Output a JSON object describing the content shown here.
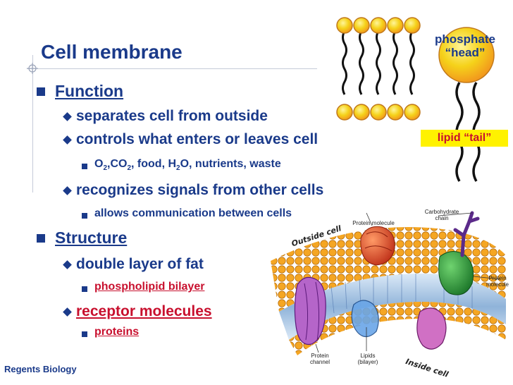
{
  "slide": {
    "title": "Cell membrane",
    "footer": "Regents Biology",
    "function_heading": "Function",
    "fn_item1": "separates cell from outside",
    "fn_item2": "controls what enters or leaves cell",
    "sub_o": "O",
    "sub_2a": "2",
    "sub_co": ",CO",
    "sub_2b": "2",
    "sub_mid": ", food, H",
    "sub_2c": "2",
    "sub_end": "O, nutrients, waste",
    "fn_item3": "recognizes signals from other cells",
    "fn_item3_sub": "allows communication between cells",
    "structure_heading": "Structure",
    "st_item1": "double layer of fat",
    "st_item1_sub": "phospholipid bilayer",
    "st_item2": "receptor molecules",
    "st_item2_sub": "proteins"
  },
  "diagram_labels": {
    "phosphate_line1": "phosphate",
    "phosphate_line2": "“head”",
    "lipid_tail": "lipid “tail”",
    "outside_cell": "Outside cell",
    "inside_cell": "Inside cell",
    "protein_molecule_top": "Protein molecule",
    "carbohydrate_line1": "Carbohydrate",
    "carbohydrate_line2": "chain",
    "protein_right_line1": "Protein",
    "protein_right_line2": "molecule",
    "protein_channel_line1": "Protein",
    "protein_channel_line2": "channel",
    "lipids_line1": "Lipids",
    "lipids_line2": "(bilayer)"
  },
  "colors": {
    "title_blue": "#1a3a8a",
    "highlight_red": "#c8102e",
    "head_yellow": "#f5d21a",
    "head_orange": "#f29a1d",
    "label_bg_yellow": "#fff200"
  }
}
